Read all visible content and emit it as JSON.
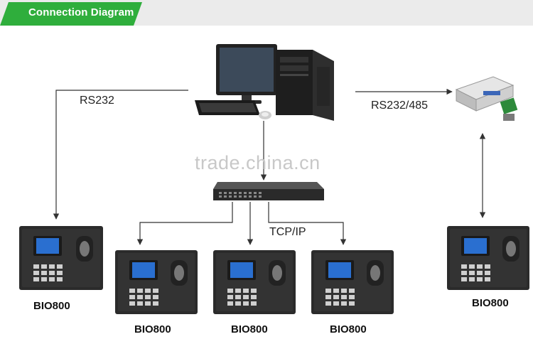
{
  "header": {
    "title": "Connection Diagram"
  },
  "links": {
    "rs232": "RS232",
    "rs232_485": "RS232/485",
    "tcpip": "TCP/IP"
  },
  "watermark": "trade.china.cn",
  "devices": {
    "d1": "BIO800",
    "d2": "BIO800",
    "d3": "BIO800",
    "d4": "BIO800",
    "d5": "BIO800"
  },
  "colors": {
    "header_green": "#37c047",
    "device_body": "#2b2b2b",
    "screen_blue": "#2a6fd0",
    "line": "#333333"
  }
}
